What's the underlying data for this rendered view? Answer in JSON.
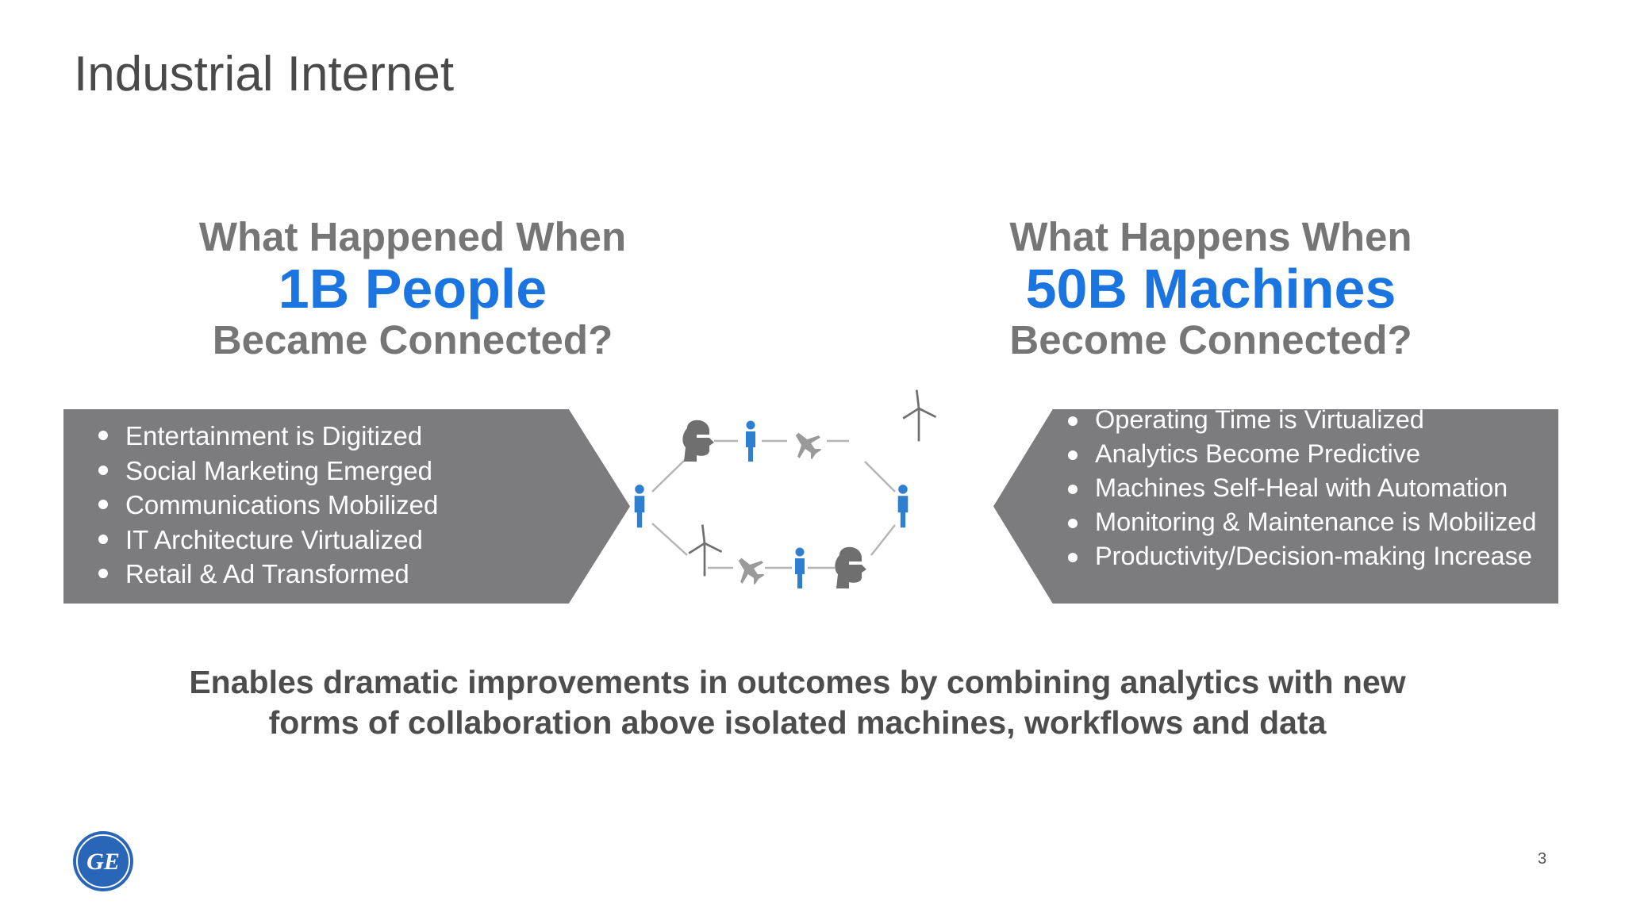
{
  "slide": {
    "title": "Industrial Internet",
    "page_number": "3"
  },
  "left": {
    "line1": "What Happened When",
    "line2": "1B People",
    "line3": "Became Connected?",
    "bullets": [
      "Entertainment is Digitized",
      "Social Marketing Emerged",
      "Communications Mobilized",
      "IT Architecture Virtualized",
      "Retail & Ad Transformed"
    ]
  },
  "right": {
    "line1": "What Happens When",
    "line2": "50B Machines",
    "line3": "Become Connected?",
    "bullets": [
      "Operating Time  is Virtualized",
      "Analytics Become Predictive",
      "Machines Self-Heal with Automation",
      "Monitoring & Maintenance is Mobilized",
      "Productivity/Decision-making Increase"
    ]
  },
  "tagline": {
    "line1": "Enables dramatic improvements in outcomes by combining analytics with new",
    "line2": "forms of collaboration above isolated machines, workflows and data"
  },
  "logo": {
    "text": "GE",
    "icon": "ge-monogram-logo"
  },
  "colors": {
    "accent": "#1b75e0",
    "heading_gray": "#767676",
    "panel_gray": "#7c7b7d",
    "icon_blue": "#2f7fd0",
    "icon_gray": "#6f6f6f"
  }
}
